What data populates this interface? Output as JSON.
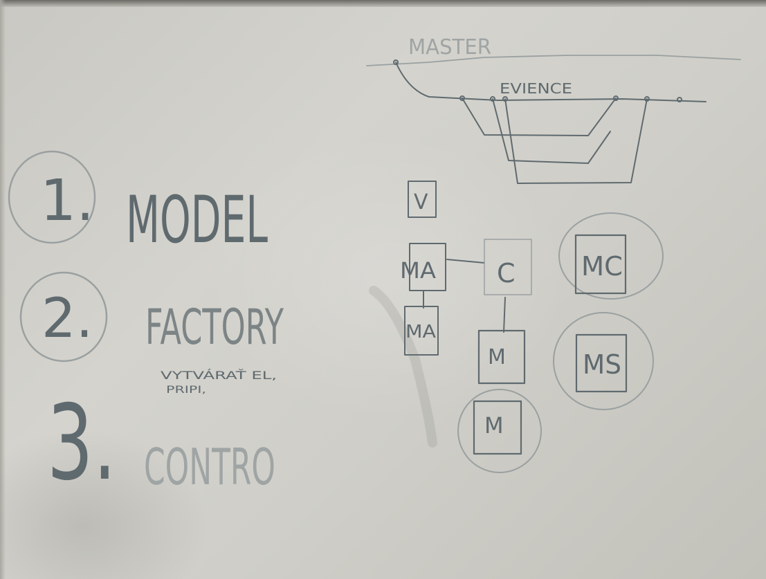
{
  "whiteboard": {
    "list": {
      "item1": {
        "number": "1.",
        "label": "MODEL"
      },
      "item2": {
        "number": "2.",
        "label": "FACTORY",
        "note_line1": "VYTVÁRAŤ EL,",
        "note_line2": "PRIPI,"
      },
      "item3": {
        "number": "3.",
        "label": "CONTRO"
      }
    },
    "git_diagram": {
      "branch_main": "MASTER",
      "branch_feature": "EVIENCE"
    },
    "component_diagram": {
      "v": "V",
      "ma_top": "MA",
      "ma_bottom": "MA",
      "c": "C",
      "m_top": "M",
      "m_bottom": "M",
      "mc": "MC",
      "ms": "MS"
    }
  }
}
